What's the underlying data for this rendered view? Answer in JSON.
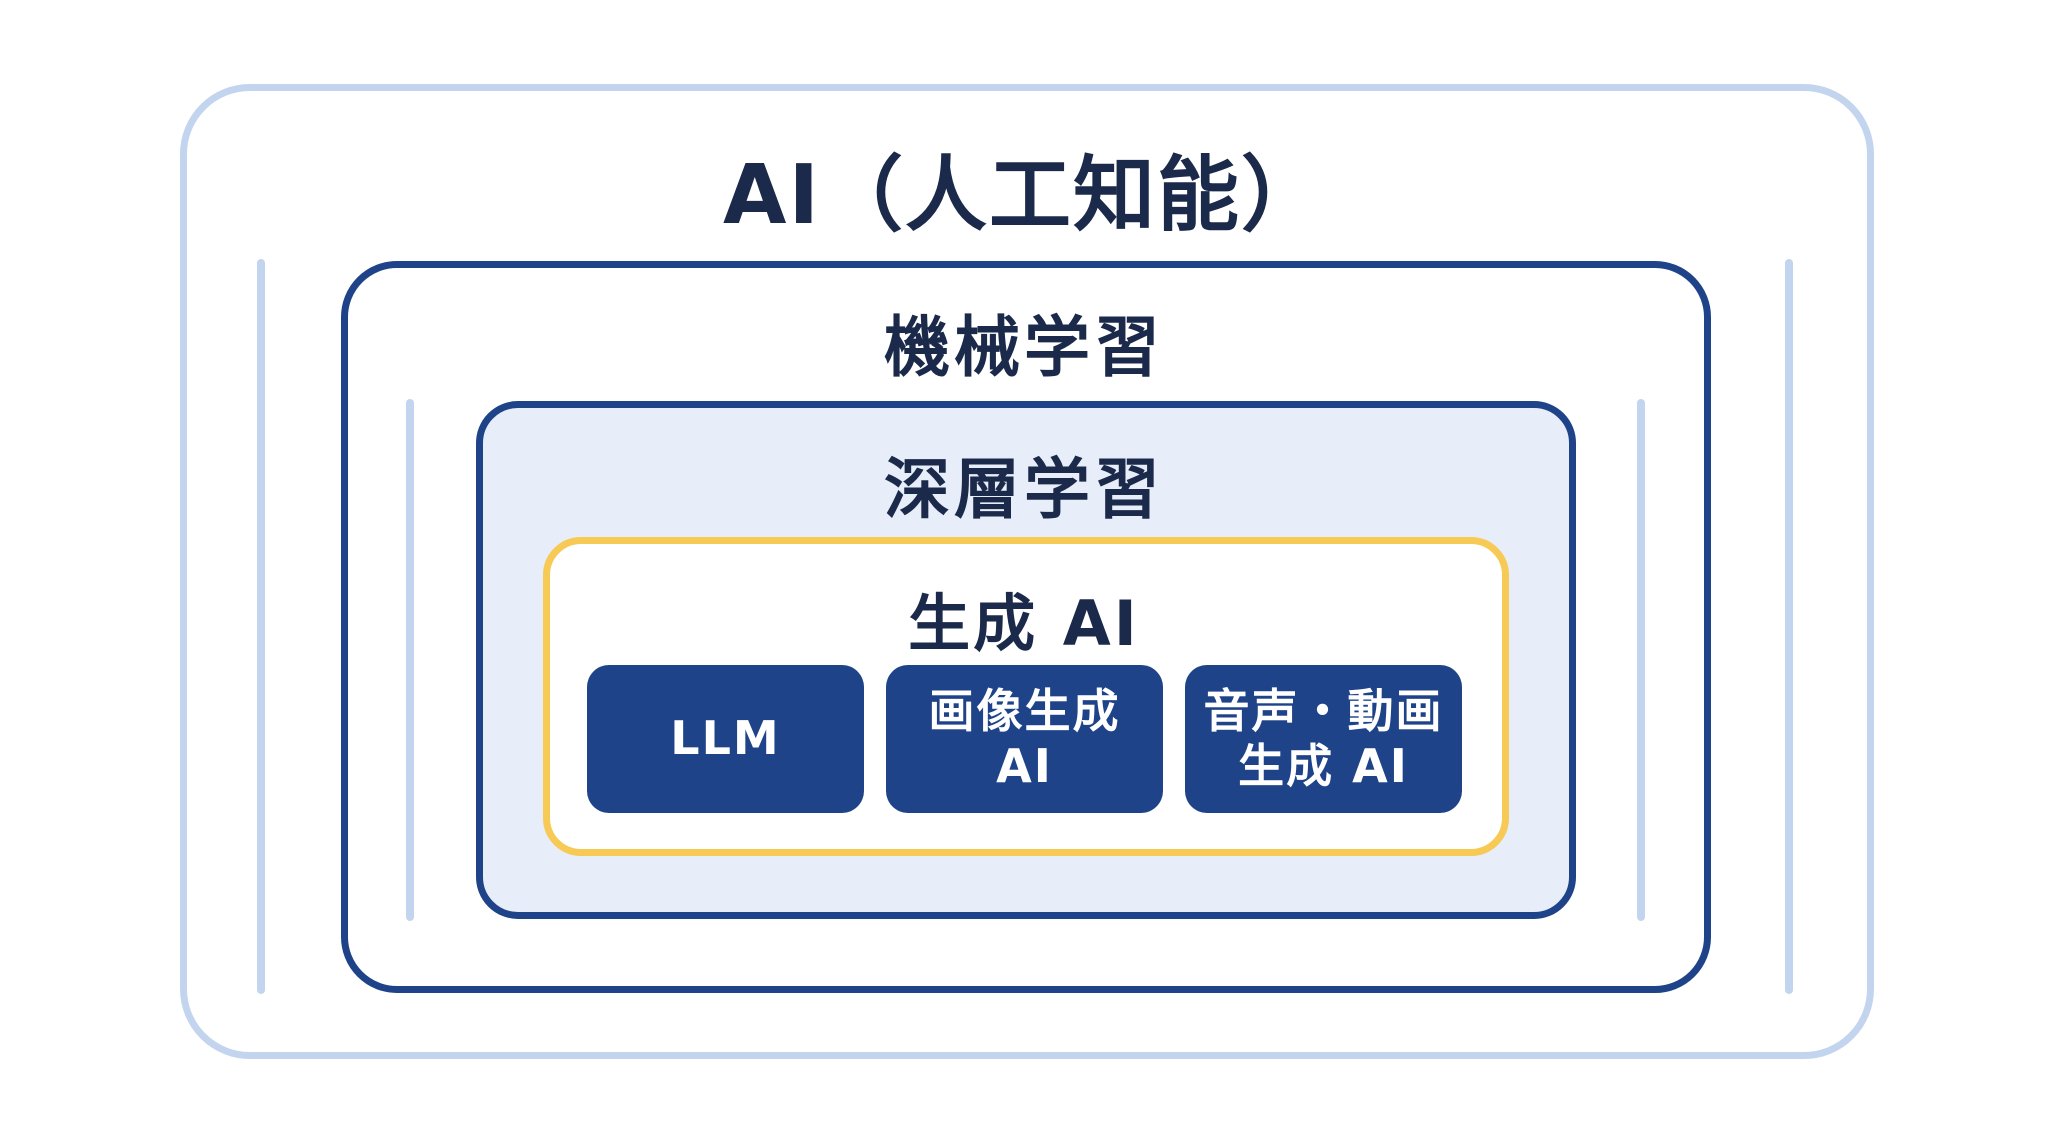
{
  "diagram": {
    "layers": {
      "ai": {
        "label": "AI（人工知能）"
      },
      "machine_learning": {
        "label": "機械学習"
      },
      "deep_learning": {
        "label": "深層学習"
      },
      "generative_ai": {
        "label": "生成 AI"
      }
    },
    "cards": {
      "llm": {
        "label": "LLM"
      },
      "image_gen": {
        "line1": "画像生成",
        "line2": "AI"
      },
      "audio_video": {
        "line1": "音声・動画",
        "line2": "生成 AI"
      }
    },
    "colors": {
      "outer_border": "#c3d5ee",
      "navy": "#1f4388",
      "deep_learning_fill": "#e7eef9",
      "generative_border": "#f7c955",
      "title_text": "#1b2a4a",
      "card_text": "#ffffff"
    }
  }
}
